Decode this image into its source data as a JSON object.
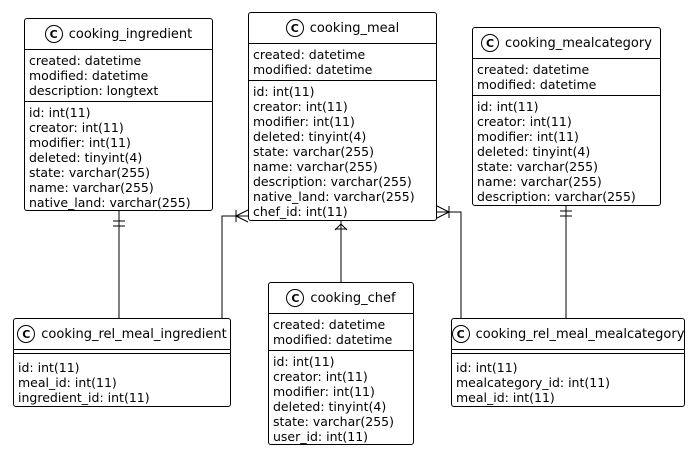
{
  "entities": {
    "cooking_ingredient": {
      "title": "cooking_ingredient",
      "icon": "C",
      "meta": [
        "created: datetime",
        "modified: datetime",
        "description: longtext"
      ],
      "fields": [
        "id: int(11)",
        "creator: int(11)",
        "modifier: int(11)",
        "deleted: tinyint(4)",
        "state: varchar(255)",
        "name: varchar(255)",
        "native_land: varchar(255)"
      ]
    },
    "cooking_meal": {
      "title": "cooking_meal",
      "icon": "C",
      "meta": [
        "created: datetime",
        "modified: datetime"
      ],
      "fields": [
        "id: int(11)",
        "creator: int(11)",
        "modifier: int(11)",
        "deleted: tinyint(4)",
        "state: varchar(255)",
        "name: varchar(255)",
        "description: varchar(255)",
        "native_land: varchar(255)",
        "chef_id: int(11)"
      ]
    },
    "cooking_mealcategory": {
      "title": "cooking_mealcategory",
      "icon": "C",
      "meta": [
        "created: datetime",
        "modified: datetime"
      ],
      "fields": [
        "id: int(11)",
        "creator: int(11)",
        "modifier: int(11)",
        "deleted: tinyint(4)",
        "state: varchar(255)",
        "name: varchar(255)",
        "description: varchar(255)"
      ]
    },
    "cooking_rel_meal_ingredient": {
      "title": "cooking_rel_meal_ingredient",
      "icon": "C",
      "fields": [
        "id: int(11)",
        "meal_id: int(11)",
        "ingredient_id: int(11)"
      ]
    },
    "cooking_chef": {
      "title": "cooking_chef",
      "icon": "C",
      "meta": [
        "created: datetime",
        "modified: datetime"
      ],
      "fields": [
        "id: int(11)",
        "creator: int(11)",
        "modifier: int(11)",
        "deleted: tinyint(4)",
        "state: varchar(255)",
        "user_id: int(11)"
      ]
    },
    "cooking_rel_meal_mealcategory": {
      "title": "cooking_rel_meal_mealcategory",
      "icon": "C",
      "fields": [
        "id: int(11)",
        "mealcategory_id: int(11)",
        "meal_id: int(11)"
      ]
    }
  }
}
